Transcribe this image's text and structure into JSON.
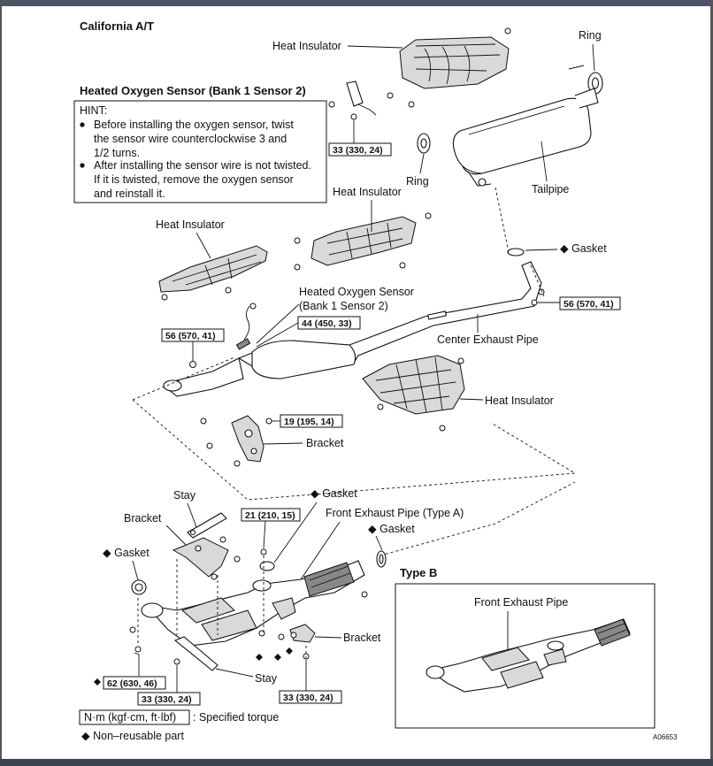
{
  "title": "California A/T",
  "sensor_heading": "Heated Oxygen Sensor (Bank 1 Sensor 2)",
  "hint": {
    "title": "HINT:",
    "items": [
      [
        "Before installing the oxygen sensor, twist",
        "the sensor wire counterclockwise 3 and",
        "1/2 turns."
      ],
      [
        "After installing the sensor wire is not twisted.",
        "If it is twisted, remove the oxygen sensor",
        "and reinstall it."
      ]
    ]
  },
  "labels": {
    "heat_insulator_top": "Heat Insulator",
    "ring_top": "Ring",
    "ring_mid": "Ring",
    "tailpipe": "Tailpipe",
    "heat_insulator_mid": "Heat Insulator",
    "heat_insulator_left": "Heat Insulator",
    "gasket_right": "◆ Gasket",
    "heated_o2_line1": "Heated Oxygen Sensor",
    "heated_o2_line2": "(Bank 1 Sensor 2)",
    "center_exhaust_pipe": "Center Exhaust Pipe",
    "heat_insulator_right": "Heat Insulator",
    "bracket_mid": "Bracket",
    "gasket_front_top": "◆ Gasket",
    "front_exhaust_pipe_a": "Front Exhaust Pipe (Type A)",
    "gasket_front_right": "◆ Gasket",
    "stay_top": "Stay",
    "bracket_left": "Bracket",
    "gasket_left": "◆ Gasket",
    "type_b": "Type B",
    "front_exhaust_pipe_b": "Front Exhaust Pipe",
    "bracket_bottom": "Bracket",
    "stay_bottom": "Stay"
  },
  "torques": {
    "t_33_top": "33 (330, 24)",
    "t_56_right": "56 (570, 41)",
    "t_44": "44 (450, 33)",
    "t_56_left": "56 (570, 41)",
    "t_19": "19 (195, 14)",
    "t_21": "21 (210, 15)",
    "t_62": "62 (630, 46)",
    "t_33_bottom_left": "33 (330, 24)",
    "t_33_bottom_right": "33 (330, 24)"
  },
  "legend": {
    "unit_box": "N·m (kgf·cm, ft·lbf)",
    "unit_text": ": Specified torque",
    "nonreuse": "◆ Non–reusable part"
  },
  "figure_id": "A06653"
}
